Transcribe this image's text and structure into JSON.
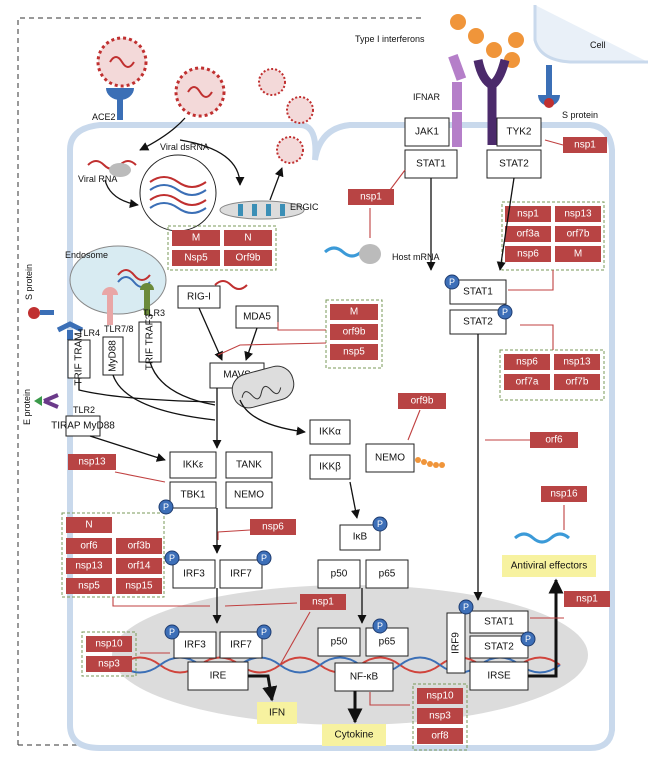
{
  "labels": {
    "type1_ifn": "Type I interferons",
    "cell": "Cell",
    "ace2": "ACE2",
    "viral_rna": "Viral RNA",
    "viral_dsrna": "Viral dsRNA",
    "ergic": "ERGIC",
    "ifnar": "IFNAR",
    "s_protein_top": "S protein",
    "host_mrna": "Host mRNA",
    "endosome": "Endosome",
    "tlr78": "TLR7/8",
    "tlr3": "TLR3",
    "tlr4": "TLR4",
    "trif_tram": "TRIF TRAM",
    "myd88": "MyD88",
    "trif_traf3": "TRIF TRAF3",
    "s_protein_left": "S protein",
    "e_protein": "E protein",
    "tlr2": "TLR2",
    "tirap_myd88": "TIRAP MyD88",
    "p": "P"
  },
  "nodes": {
    "jak1": "JAK1",
    "stat1_top": "STAT1",
    "tyk2": "TYK2",
    "stat2_top": "STAT2",
    "rigi": "RIG-I",
    "mda5": "MDA5",
    "mavs": "MAVS",
    "ikka": "IKKα",
    "ikkb": "IKKβ",
    "nemo_mid": "NEMO",
    "ikke": "IKKε",
    "tank": "TANK",
    "tbk1": "TBK1",
    "nemo_left": "NEMO",
    "irf3_c": "IRF3",
    "irf7_c": "IRF7",
    "ikb": "IκB",
    "p50_c": "p50",
    "p65_c": "p65",
    "stat1_mid": "STAT1",
    "stat2_mid": "STAT2",
    "irf3_n": "IRF3",
    "irf7_n": "IRF7",
    "ire": "IRE",
    "p50_n": "p50",
    "p65_n": "p65",
    "nfkb": "NF-κB",
    "irf9": "IRF9",
    "stat1_n": "STAT1",
    "stat2_n": "STAT2",
    "irse": "IRSE",
    "ifn_out": "IFN",
    "cytokine_out": "Cytokine",
    "antiviral": "Antiviral effectors"
  },
  "inhibitors": {
    "nsp1_tyk": "nsp1",
    "nsp1_host": "nsp1",
    "stat_group": [
      "nsp1",
      "nsp13",
      "orf3a",
      "orf7b",
      "nsp6",
      "M"
    ],
    "ergic_group": [
      "M",
      "N",
      "Nsp5",
      "Orf9b"
    ],
    "mda5_group": [
      "M",
      "orf9b",
      "nsp5"
    ],
    "stat2_group": [
      "nsp6",
      "nsp13",
      "orf7a",
      "orf7b"
    ],
    "orf9b_nemo": "orf9b",
    "orf6_mid": "orf6",
    "nsp13_tbk": "nsp13",
    "nsp16": "nsp16",
    "nsp6_irf": "nsp6",
    "irf_group": [
      "N",
      "orf6",
      "orf3b",
      "nsp13",
      "orf14",
      "nsp5",
      "nsp15"
    ],
    "nsp1_irf": "nsp1",
    "nsp1_antiviral": "nsp1",
    "ire_group": [
      "nsp10",
      "nsp3"
    ],
    "nfkb_group": [
      "nsp10",
      "nsp3",
      "orf8"
    ]
  },
  "colors": {
    "inhibitor": "#b84444",
    "phospho": "#3d6fb8",
    "yellow": "#f7f2a0",
    "nucleus": "#dcdcdc",
    "membrane": "#c9d9ec"
  }
}
